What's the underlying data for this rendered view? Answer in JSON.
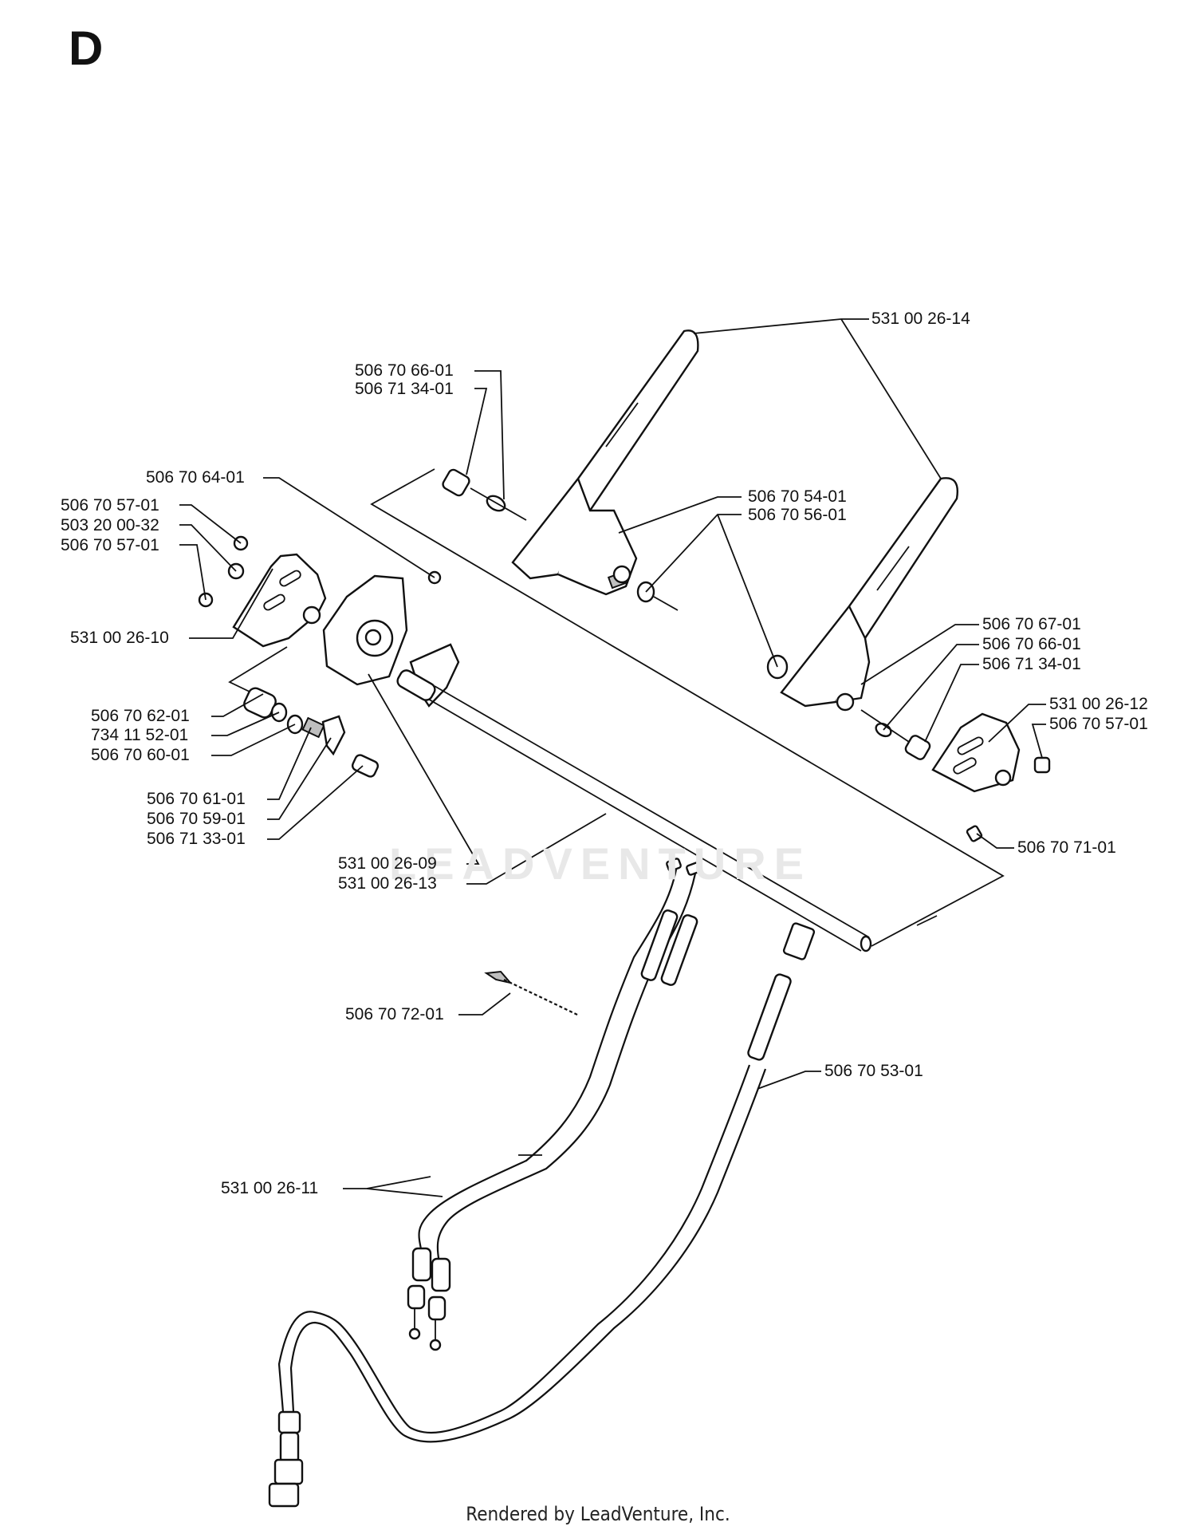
{
  "page_letter": "D",
  "footer": "Rendered by LeadVenture, Inc.",
  "watermark": "LEADVENTURE",
  "part_labels": [
    {
      "key": "p531002614",
      "text": "531 00 26-14"
    },
    {
      "key": "p506706601a",
      "text": "506 70 66-01"
    },
    {
      "key": "p506713401a",
      "text": "506 71 34-01"
    },
    {
      "key": "p506706401",
      "text": "506 70 64-01"
    },
    {
      "key": "p506705401",
      "text": "506 70 54-01"
    },
    {
      "key": "p506705601",
      "text": "506 70 56-01"
    },
    {
      "key": "p506705701a",
      "text": "506 70 57-01"
    },
    {
      "key": "p503200032",
      "text": "503 20 00-32"
    },
    {
      "key": "p506705701b",
      "text": "506 70 57-01"
    },
    {
      "key": "p531002610",
      "text": "531 00 26-10"
    },
    {
      "key": "p506706701",
      "text": "506 70 67-01"
    },
    {
      "key": "p506706601b",
      "text": "506 70 66-01"
    },
    {
      "key": "p506713401b",
      "text": "506 71 34-01"
    },
    {
      "key": "p531002612",
      "text": "531 00 26-12"
    },
    {
      "key": "p506705701c",
      "text": "506 70 57-01"
    },
    {
      "key": "p506706201",
      "text": "506 70 62-01"
    },
    {
      "key": "p734115201",
      "text": "734 11 52-01"
    },
    {
      "key": "p506706001",
      "text": "506 70 60-01"
    },
    {
      "key": "p506706101",
      "text": "506 70 61-01"
    },
    {
      "key": "p506705901",
      "text": "506 70 59-01"
    },
    {
      "key": "p506713301",
      "text": "506 71 33-01"
    },
    {
      "key": "p531002609",
      "text": "531 00 26-09"
    },
    {
      "key": "p531002613",
      "text": "531 00 26-13"
    },
    {
      "key": "p506707101",
      "text": "506 70 71-01"
    },
    {
      "key": "p506707201",
      "text": "506 70 72-01"
    },
    {
      "key": "p506705301",
      "text": "506 70 53-01"
    },
    {
      "key": "p531002611",
      "text": "531 00 26-11"
    }
  ]
}
